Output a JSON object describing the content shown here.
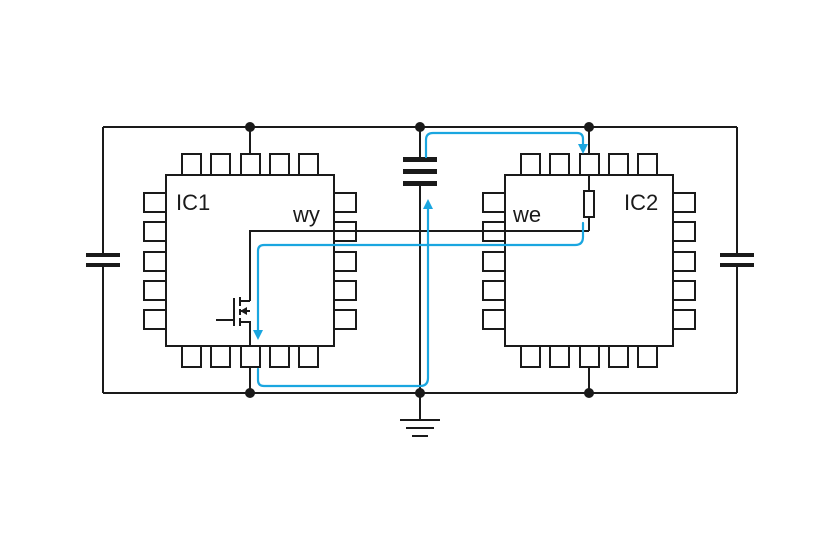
{
  "diagram": {
    "ic1": {
      "label": "IC1",
      "pin_label": "wy"
    },
    "ic2": {
      "label": "IC2",
      "pin_label": "we"
    },
    "colors": {
      "wire": "#1a1a1a",
      "current_path": "#1aa6e0"
    }
  }
}
